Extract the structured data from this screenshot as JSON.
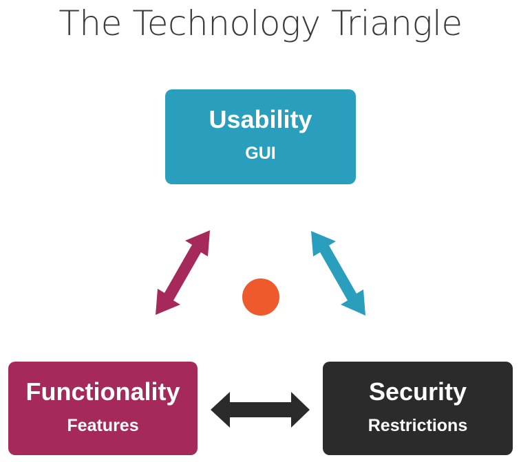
{
  "title": "The Technology Triangle",
  "nodes": {
    "usability": {
      "label": "Usability",
      "sub": "GUI"
    },
    "functionality": {
      "label": "Functionality",
      "sub": "Features"
    },
    "security": {
      "label": "Security",
      "sub": "Restrictions"
    }
  },
  "colors": {
    "usability": "#2a9fbd",
    "functionality": "#a52a5b",
    "security": "#2b2b2b",
    "center_dot": "#ee5a2c",
    "title": "#3a3a3a",
    "arrow_left": "#a52a5b",
    "arrow_right": "#2a9fbd",
    "arrow_bottom": "#2b2b2b"
  }
}
